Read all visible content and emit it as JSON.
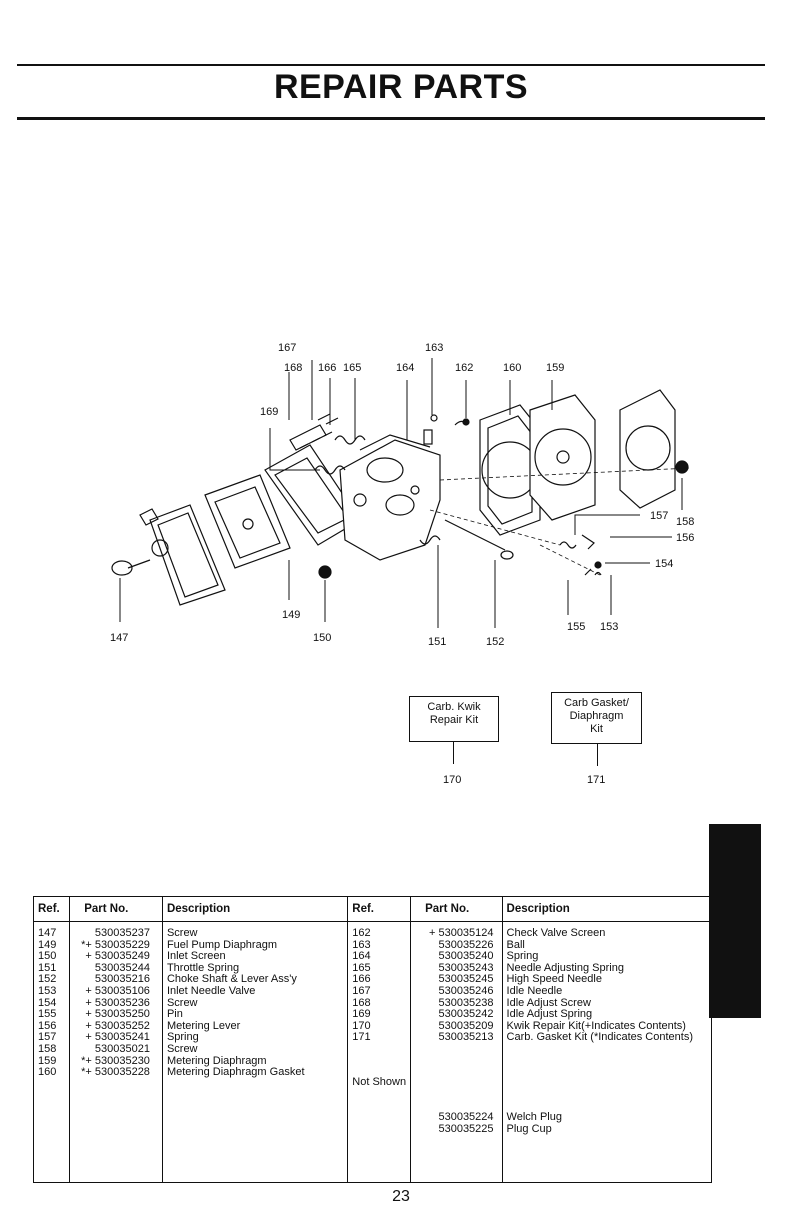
{
  "page_title": "REPAIR PARTS",
  "page_number": "23",
  "diagram": {
    "callouts": [
      "167",
      "163",
      "168",
      "166",
      "165",
      "164",
      "162",
      "160",
      "159",
      "169",
      "157",
      "156",
      "158",
      "154",
      "155",
      "153",
      "147",
      "149",
      "150",
      "151",
      "152"
    ],
    "kits": [
      {
        "lines": [
          "Carb. Kwik",
          "Repair Kit"
        ],
        "ref": "170"
      },
      {
        "lines": [
          "Carb Gasket/",
          "Diaphragm",
          "Kit"
        ],
        "ref": "171"
      }
    ]
  },
  "table": {
    "headers": [
      "Ref.",
      "Part No.",
      "Description",
      "Ref.",
      "Part No.",
      "Description"
    ],
    "left_refs": [
      "147",
      "149",
      "150",
      "151",
      "152",
      "153",
      "154",
      "155",
      "156",
      "157",
      "158",
      "159",
      "160"
    ],
    "left_parts": [
      "530035237",
      "*+ 530035229",
      "+ 530035249",
      "530035244",
      "530035216",
      "+ 530035106",
      "+ 530035236",
      "+ 530035250",
      "+ 530035252",
      "+ 530035241",
      "530035021",
      "*+ 530035230",
      "*+ 530035228"
    ],
    "left_desc": [
      "Screw",
      "Fuel Pump Diaphragm",
      "Inlet Screen",
      "Throttle Spring",
      "Choke Shaft & Lever Ass'y",
      "Inlet Needle Valve",
      "Screw",
      "Pin",
      "Metering Lever",
      "Spring",
      "Screw",
      "Metering Diaphragm",
      "Metering Diaphragm Gasket"
    ],
    "right_refs": [
      "162",
      "163",
      "164",
      "165",
      "166",
      "167",
      "168",
      "169",
      "170",
      "171"
    ],
    "right_parts": [
      "+ 530035124",
      "530035226",
      "530035240",
      "530035243",
      "530035245",
      "530035246",
      "530035238",
      "530035242",
      "530035209",
      "530035213"
    ],
    "right_desc": [
      "Check Valve Screen",
      "Ball",
      "Spring",
      "Needle Adjusting Spring",
      "High Speed Needle",
      "Idle Needle",
      "Idle Adjust Screw",
      "Idle Adjust Spring",
      "Kwik Repair Kit(+Indicates Contents)",
      "Carb. Gasket Kit (*Indicates Contents)"
    ],
    "not_shown_label": "Not Shown",
    "not_shown_parts": [
      "530035224",
      "530035225"
    ],
    "not_shown_desc": [
      "Welch Plug",
      "Plug Cup"
    ]
  }
}
